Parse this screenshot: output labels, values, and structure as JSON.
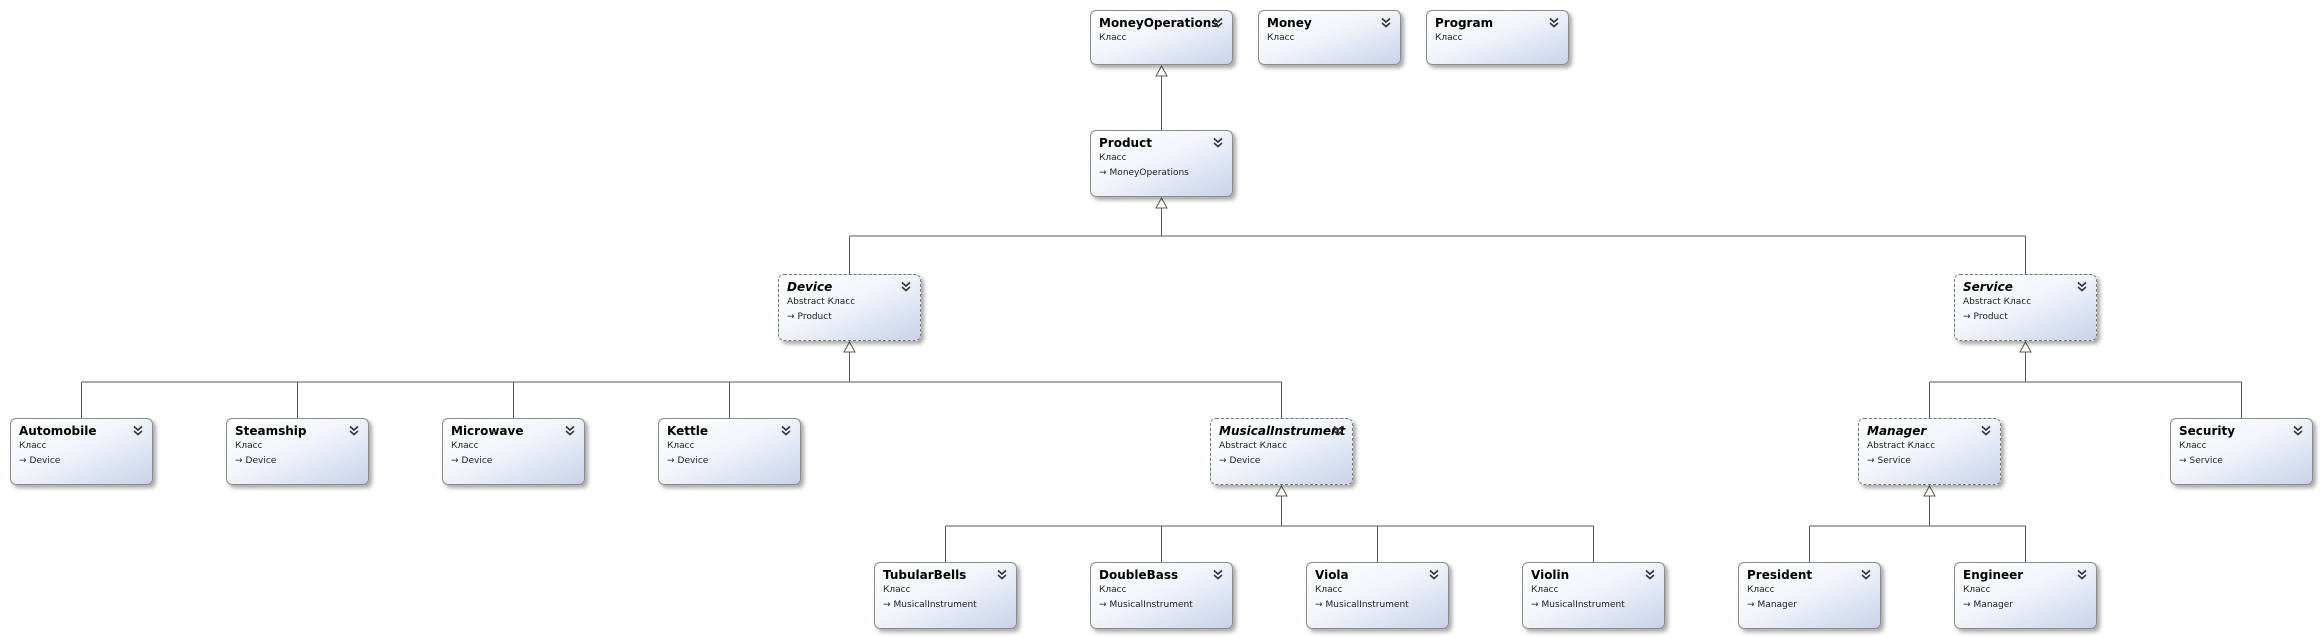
{
  "labels": {
    "class": "Класс",
    "abstract_class": "Abstract Класс"
  },
  "icons": {
    "collapse": "chevron-double-down-icon",
    "inherits": "arrow-right-icon"
  },
  "nodes": [
    {
      "id": "MoneyOperations",
      "title": "MoneyOperations",
      "kind": "class",
      "parent": ""
    },
    {
      "id": "Money",
      "title": "Money",
      "kind": "class",
      "parent": ""
    },
    {
      "id": "Program",
      "title": "Program",
      "kind": "class",
      "parent": ""
    },
    {
      "id": "Product",
      "title": "Product",
      "kind": "class",
      "parent": "MoneyOperations"
    },
    {
      "id": "Device",
      "title": "Device",
      "kind": "abstract",
      "parent": "Product"
    },
    {
      "id": "Service",
      "title": "Service",
      "kind": "abstract",
      "parent": "Product"
    },
    {
      "id": "Automobile",
      "title": "Automobile",
      "kind": "class",
      "parent": "Device"
    },
    {
      "id": "Steamship",
      "title": "Steamship",
      "kind": "class",
      "parent": "Device"
    },
    {
      "id": "Microwave",
      "title": "Microwave",
      "kind": "class",
      "parent": "Device"
    },
    {
      "id": "Kettle",
      "title": "Kettle",
      "kind": "class",
      "parent": "Device"
    },
    {
      "id": "MusicalInstrument",
      "title": "MusicalInstrument",
      "kind": "abstract",
      "parent": "Device"
    },
    {
      "id": "Manager",
      "title": "Manager",
      "kind": "abstract",
      "parent": "Service"
    },
    {
      "id": "Security",
      "title": "Security",
      "kind": "class",
      "parent": "Service"
    },
    {
      "id": "TubularBells",
      "title": "TubularBells",
      "kind": "class",
      "parent": "MusicalInstrument"
    },
    {
      "id": "DoubleBass",
      "title": "DoubleBass",
      "kind": "class",
      "parent": "MusicalInstrument"
    },
    {
      "id": "Viola",
      "title": "Viola",
      "kind": "class",
      "parent": "MusicalInstrument"
    },
    {
      "id": "Violin",
      "title": "Violin",
      "kind": "class",
      "parent": "MusicalInstrument"
    },
    {
      "id": "President",
      "title": "President",
      "kind": "class",
      "parent": "Manager"
    },
    {
      "id": "Engineer",
      "title": "Engineer",
      "kind": "class",
      "parent": "Manager"
    }
  ]
}
